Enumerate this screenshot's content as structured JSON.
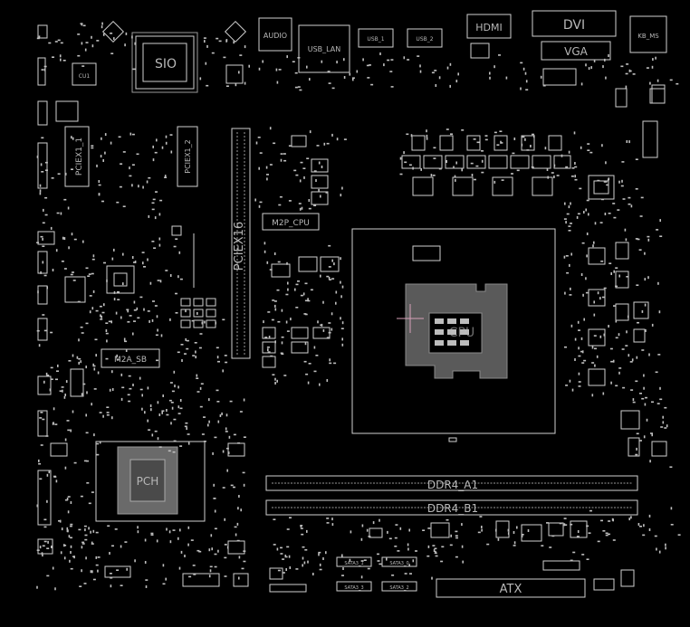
{
  "board": {
    "labels": {
      "sio": "SIO",
      "audio": "AUDIO",
      "usb_lan": "USB_LAN",
      "usb_1": "USB_1",
      "usb_2": "USB_2",
      "hdmi": "HDMI",
      "dvi": "DVI",
      "vga": "VGA",
      "kb_ms": "KB_MS",
      "pciex1_left": "PCIEX1_1",
      "pciex1_mid": "PCIEX1_2",
      "pciex16": "PCIEX16",
      "m2p_cpu": "M2P_CPU",
      "m2a_sb": "M2A_SB",
      "cpu_socket": "CPU",
      "ddr4_a1": "DDR4_A1",
      "ddr4_b1": "DDR4_B1",
      "atx": "ATX",
      "pch": "PCH",
      "cu1": "CU1",
      "sata_1": "SATA3_1",
      "sata_0": "SATA3_0",
      "sata_3": "SATA3_3",
      "sata_2": "SATA3_2"
    },
    "colors": {
      "background": "#000000",
      "outline": "#cfcfcf",
      "label": "#b8b8b8",
      "cursor": "#d7a0b8"
    }
  }
}
